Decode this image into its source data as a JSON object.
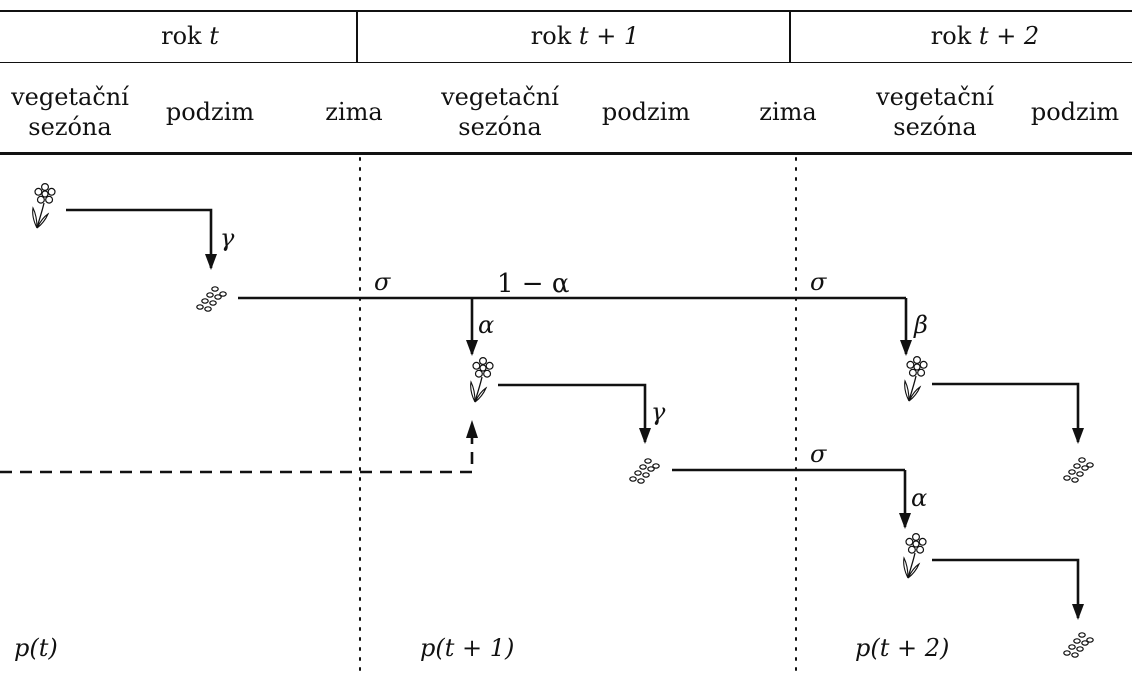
{
  "header": {
    "years": [
      {
        "label": "rok",
        "var": "t"
      },
      {
        "label": "rok",
        "var": "t + 1"
      },
      {
        "label": "rok",
        "var": "t + 2"
      }
    ],
    "seasons": {
      "vegetation_line1": "vegetační",
      "vegetation_line2": "sezóna",
      "autumn": "podzim",
      "winter": "zima"
    }
  },
  "diagram": {
    "greek": {
      "gamma": "γ",
      "sigma": "σ",
      "alpha": "α",
      "beta": "β",
      "one_minus_alpha": "1 − α"
    },
    "populations": {
      "p_t": "p(t)",
      "p_t1": "p(t + 1)",
      "p_t2": "p(t + 2)"
    },
    "icons": [
      "flower-icon",
      "seeds-icon"
    ]
  }
}
